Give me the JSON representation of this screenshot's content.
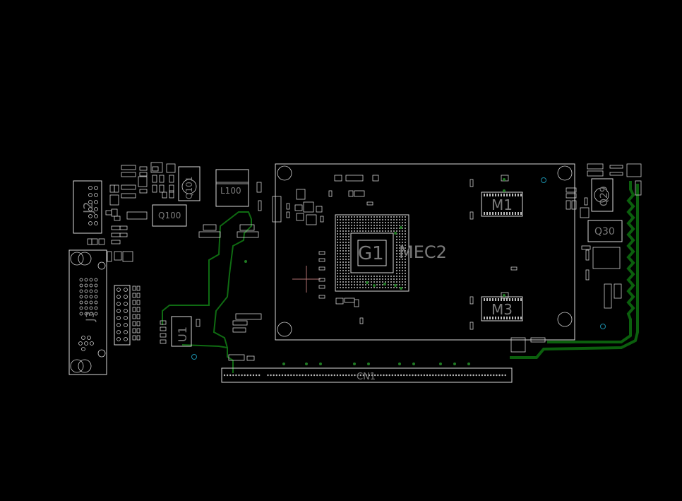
{
  "canvas": {
    "background": "#000000"
  },
  "colors": {
    "silkscreen": "#d9d9d9",
    "trace": "#0f6b12",
    "via": "#1a8da8",
    "label": "#7a7a7a",
    "marker": "#b07070"
  },
  "designators": {
    "j2": "J2",
    "j3": "J3",
    "q101": "Q101",
    "l100": "L100",
    "q100": "Q100",
    "u1": "U1",
    "g1": "G1",
    "mec2": "MEC2",
    "m1": "M1",
    "m3": "M3",
    "q29": "Q29",
    "q30": "Q30",
    "cn1": "CN1"
  }
}
